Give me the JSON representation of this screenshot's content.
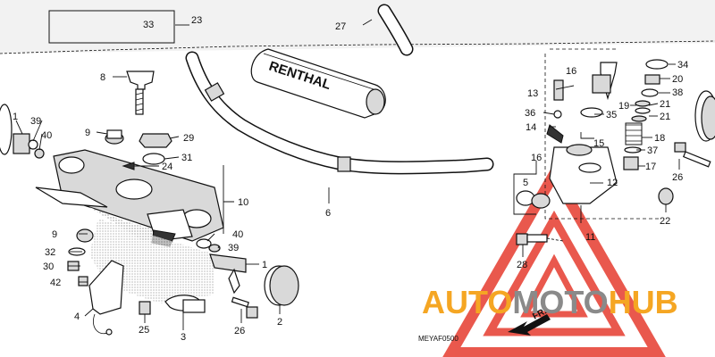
{
  "diagram": {
    "code": "MEYAF0500",
    "front_arrow_label": "FR.",
    "grip_brand": "RENTHAL",
    "callouts": [
      {
        "id": "c-33",
        "label": "33"
      },
      {
        "id": "c-23",
        "label": "23"
      },
      {
        "id": "c-27",
        "label": "27"
      },
      {
        "id": "c-8",
        "label": "8"
      },
      {
        "id": "c-1-left",
        "label": "1"
      },
      {
        "id": "c-39-left",
        "label": "39"
      },
      {
        "id": "c-40-left",
        "label": "40"
      },
      {
        "id": "c-9-top",
        "label": "9"
      },
      {
        "id": "c-29",
        "label": "29"
      },
      {
        "id": "c-31",
        "label": "31"
      },
      {
        "id": "c-24",
        "label": "24"
      },
      {
        "id": "c-10",
        "label": "10"
      },
      {
        "id": "c-6",
        "label": "6"
      },
      {
        "id": "c-9-bottom",
        "label": "9"
      },
      {
        "id": "c-40-mid",
        "label": "40"
      },
      {
        "id": "c-39-mid",
        "label": "39"
      },
      {
        "id": "c-32",
        "label": "32"
      },
      {
        "id": "c-30",
        "label": "30"
      },
      {
        "id": "c-42",
        "label": "42"
      },
      {
        "id": "c-1-mid",
        "label": "1"
      },
      {
        "id": "c-4",
        "label": "4"
      },
      {
        "id": "c-25",
        "label": "25"
      },
      {
        "id": "c-3",
        "label": "3"
      },
      {
        "id": "c-26-mid",
        "label": "26"
      },
      {
        "id": "c-2",
        "label": "2"
      },
      {
        "id": "c-16-top",
        "label": "16"
      },
      {
        "id": "c-13",
        "label": "13"
      },
      {
        "id": "c-36",
        "label": "36"
      },
      {
        "id": "c-35",
        "label": "35"
      },
      {
        "id": "c-14",
        "label": "14"
      },
      {
        "id": "c-15",
        "label": "15"
      },
      {
        "id": "c-34",
        "label": "34"
      },
      {
        "id": "c-20",
        "label": "20"
      },
      {
        "id": "c-38",
        "label": "38"
      },
      {
        "id": "c-19",
        "label": "19"
      },
      {
        "id": "c-21-a",
        "label": "21"
      },
      {
        "id": "c-21-b",
        "label": "21"
      },
      {
        "id": "c-18",
        "label": "18"
      },
      {
        "id": "c-37",
        "label": "37"
      },
      {
        "id": "c-17",
        "label": "17"
      },
      {
        "id": "c-16-mid",
        "label": "16"
      },
      {
        "id": "c-5",
        "label": "5"
      },
      {
        "id": "c-12",
        "label": "12"
      },
      {
        "id": "c-11",
        "label": "11"
      },
      {
        "id": "c-22",
        "label": "22"
      },
      {
        "id": "c-28",
        "label": "28"
      },
      {
        "id": "c-26-right",
        "label": "26"
      }
    ]
  },
  "watermark": {
    "part1": "AUTO",
    "part2": "MOTO",
    "part3": "HUB",
    "color_orange": "#f5a623",
    "color_gray": "#8a8a8a",
    "color_red": "#e63b2e"
  }
}
